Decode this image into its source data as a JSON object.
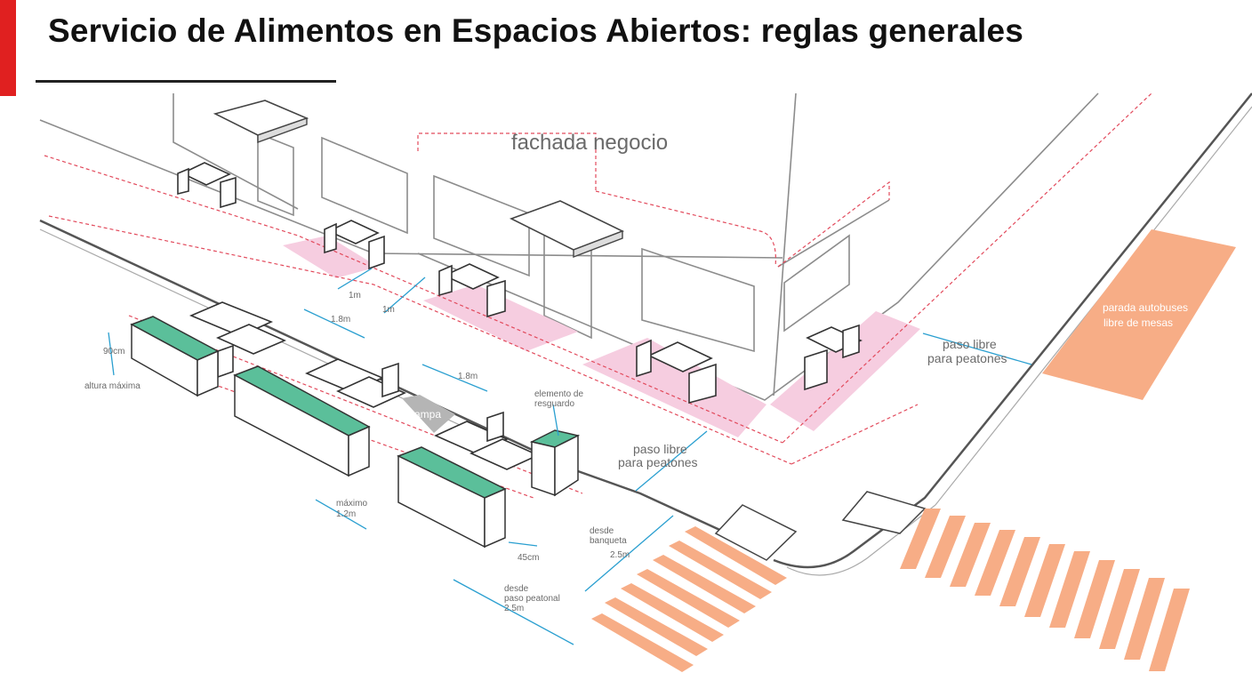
{
  "title": "Servicio de Alimentos en Espacios Abiertos: reglas generales",
  "colors": {
    "accent": "#e02020",
    "pink_zone": "#f6cde0",
    "orange_zone": "#f7ad86",
    "green_planter": "#5bbf9a",
    "dimension_blue": "#2a9fd0",
    "boundary_red": "#e24a5c"
  },
  "labels": {
    "fachada": "fachada negocio",
    "paso_libre_1_line1": "paso libre",
    "paso_libre_1_line2": "para peatones",
    "paso_libre_2_line1": "paso libre",
    "paso_libre_2_line2": "para peatones",
    "parada_line1": "parada autobuses",
    "parada_line2": "libre de mesas",
    "dim_1m_a": "1m",
    "dim_1m_b": "1m",
    "dim_18m_a": "1.8m",
    "dim_18m_b": "1.8m",
    "dim_90cm": "90cm",
    "altura_maxima": "altura máxima",
    "rampa": "rampa",
    "elemento_line1": "elemento de",
    "elemento_line2": "resguardo",
    "maximo_line1": "máximo",
    "maximo_line2": "1.2m",
    "dim_45cm": "45cm",
    "desde_banqueta_line1": "desde",
    "desde_banqueta_line2": "banqueta",
    "desde_banqueta_line3": "2.5m",
    "desde_peatonal_line1": "desde",
    "desde_peatonal_line2": "paso peatonal",
    "desde_peatonal_line3": "2.5m"
  }
}
